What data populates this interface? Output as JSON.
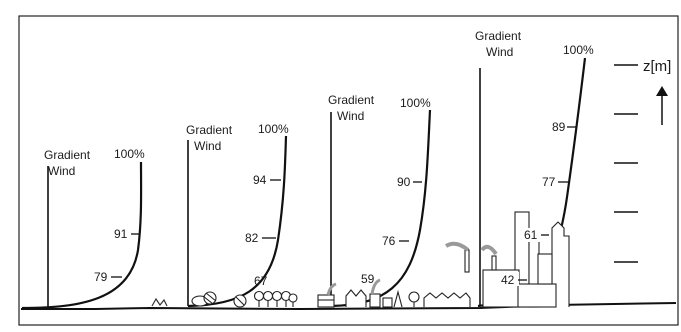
{
  "profiles": [
    {
      "title_line1": "Gradient",
      "title_line2": "Wind",
      "top_label": "100%",
      "speed_labels": [
        "91",
        "79"
      ]
    },
    {
      "title_line1": "Gradient",
      "title_line2": "Wind",
      "top_label": "100%",
      "speed_labels": [
        "94",
        "82",
        "67"
      ]
    },
    {
      "title_line1": "Gradient",
      "title_line2": "Wind",
      "top_label": "100%",
      "speed_labels": [
        "90",
        "76",
        "59"
      ]
    },
    {
      "title_line1": "Gradient",
      "title_line2": "Wind",
      "top_label": "100%",
      "speed_labels": [
        "89",
        "77",
        "61",
        "42"
      ]
    }
  ],
  "axis": {
    "label": "z[m]"
  },
  "colors": {
    "ink": "#1c1c1c",
    "smoke": "#9a9a9a",
    "frame": "#222222"
  }
}
